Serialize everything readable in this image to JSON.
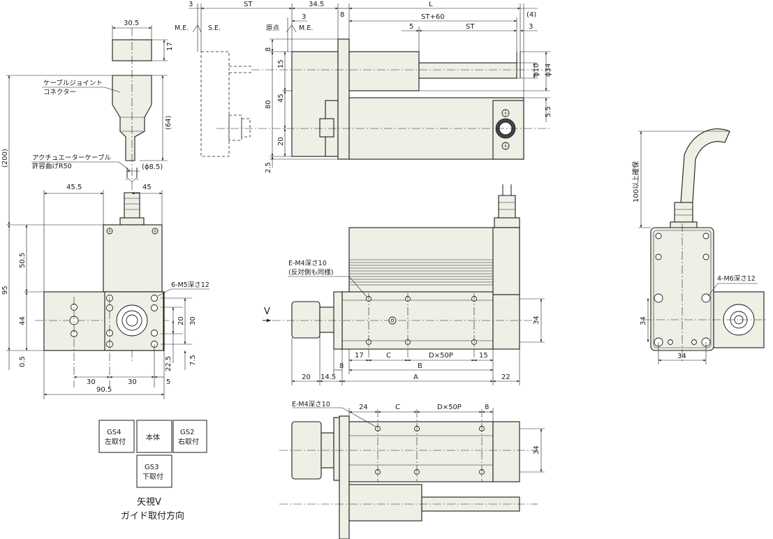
{
  "dims": {
    "d_30_5": "30.5",
    "d_17": "17",
    "d_64": "(64)",
    "d_200": "(200)",
    "d_phi85": "(ϕ8.5)",
    "d_45_5": "45.5",
    "d_45": "45",
    "d_50_5": "50.5",
    "d_95": "95",
    "d_44": "44",
    "d_0_5": "0.5",
    "d_20": "20",
    "d_30v": "30",
    "d_22_5": "22.5",
    "d_7_5": "7.5",
    "d_30a": "30",
    "d_30b": "30",
    "d_5": "5",
    "d_90_5": "90.5",
    "t_3": "3",
    "t_ST": "ST",
    "t_34_5": "34.5",
    "t_8": "8",
    "t_L": "L",
    "t_4": "(4)",
    "t_3b": "3",
    "t_ST60": "ST+60",
    "t_5": "5",
    "t_ST2": "ST",
    "t_3c": "3",
    "v_8": "8",
    "v_15": "15",
    "v_80": "80",
    "v_45": "45",
    "v_20": "20",
    "v_2_5": "2.5",
    "v_phi10": "ϕ10",
    "v_phi34": "ϕ34",
    "v_5_5": "5.5",
    "m_17": "17",
    "m_C": "C",
    "m_D50P": "D×50P",
    "m_15": "15",
    "m_8": "8",
    "m_B": "B",
    "m_20": "20",
    "m_14_5": "14.5",
    "m_A": "A",
    "m_22": "22",
    "m_34": "34",
    "b_24": "24",
    "b_C": "C",
    "b_D50P": "D×50P",
    "b_8": "8",
    "b_34": "34",
    "r_100": "100以上確保",
    "r_34v": "34",
    "r_34h": "34"
  },
  "labels": {
    "me1": "M.E.",
    "se": "S.E.",
    "origin": "原点",
    "me2": "M.E.",
    "cable_joint_1": "ケーブルジョイント",
    "cable_joint_2": "コネクター",
    "act_cable_1": "アクチュエーターケーブル",
    "act_cable_2": "許容曲げR50",
    "m5": "6-M5深さ12",
    "e_m4_1": "E-M4深さ10",
    "e_m4_2": "(反対側も同様)",
    "e_m4_b": "E-M4深さ10",
    "m6": "4-M6深さ12",
    "arrow_v": "V",
    "view_title": "矢視V",
    "view_subtitle": "ガイド取付方向"
  },
  "mount_boxes": [
    {
      "l1": "GS4",
      "l2": "左取付"
    },
    {
      "l1": "本体",
      "l2": ""
    },
    {
      "l1": "GS2",
      "l2": "右取付"
    },
    {
      "l1": "GS3",
      "l2": "下取付"
    }
  ]
}
